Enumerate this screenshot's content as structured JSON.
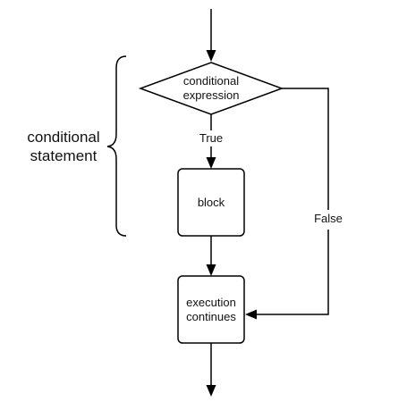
{
  "diagram": {
    "nodes": {
      "decision": {
        "line1": "conditional",
        "line2": "expression"
      },
      "block": {
        "label": "block"
      },
      "continues": {
        "line1": "execution",
        "line2": "continues"
      }
    },
    "edges": {
      "true_label": "True",
      "false_label": "False"
    },
    "brace": {
      "line1": "conditional",
      "line2": "statement"
    }
  }
}
